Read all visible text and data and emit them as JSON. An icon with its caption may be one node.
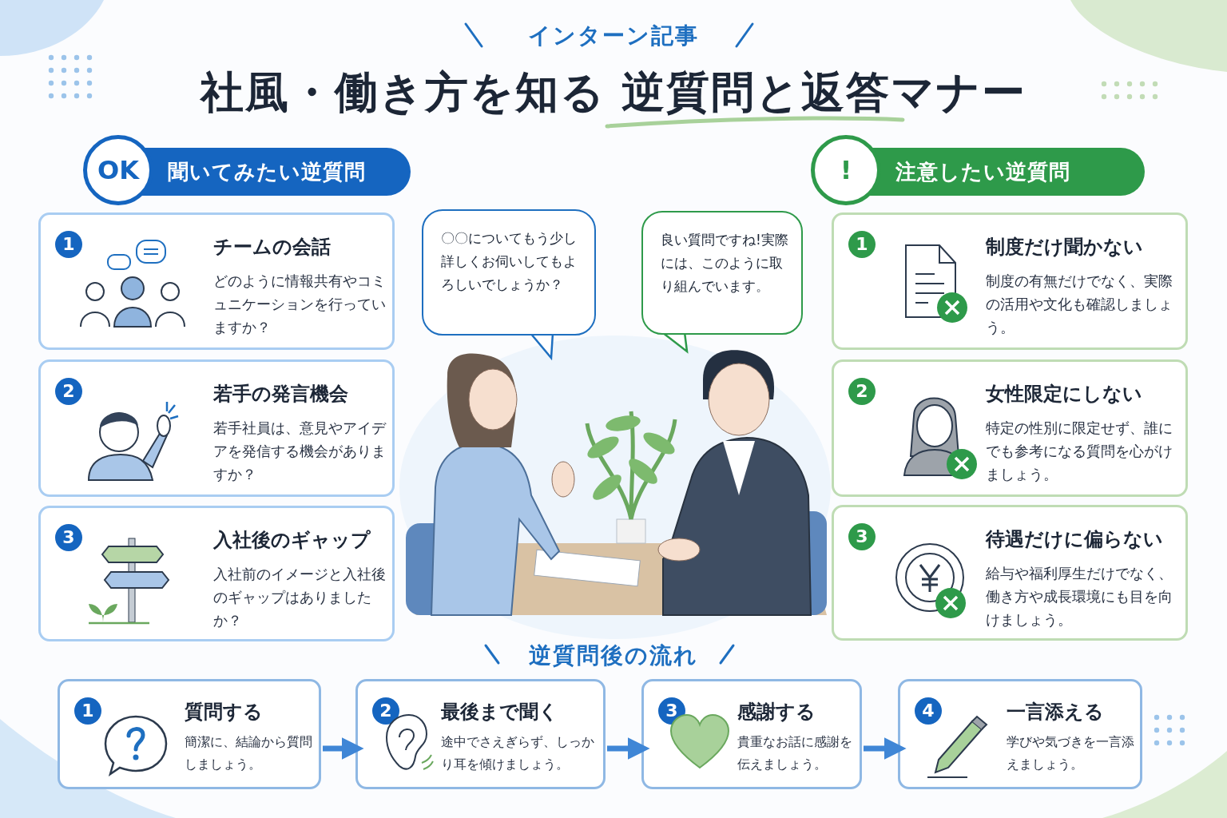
{
  "diagram": {
    "title": "社風・働き方を知る 逆質問と返答マナー",
    "nodes": [
      {
        "text": [
          "OK",
          "聞いてみたい逆質問"
        ]
      },
      {
        "text": [
          "1",
          "チームの会話",
          "どのように情報共有やコミュニケーションを行っていますか？"
        ]
      },
      {
        "text": [
          "2",
          "若手の発言機会",
          "若手社員は、意見やアイデアを発信する機会がありますか？"
        ]
      },
      {
        "text": [
          "3",
          "入社後のギャップ",
          "入社前のイメージと入社後のギャップはありましたか？"
        ]
      },
      {
        "text": [
          "!",
          "注意したい逆質問"
        ]
      },
      {
        "text": [
          "1",
          "制度だけ聞かない",
          "制度の有無だけでなく、実際の活用や文化も確認しましょう。"
        ]
      },
      {
        "text": [
          "2",
          "女性限定にしない",
          "特定の性別に限定せず、誰にでも参考になる質問を心がけましょう。"
        ]
      },
      {
        "text": [
          "3",
          "待遇だけに偏らない",
          "給与や福利厚生だけでなく、働き方や成長環境にも目を向けましょう。"
        ]
      },
      {
        "text": [
          "〇〇についてもう少し詳しくお伺いしてもよろしいでしょうか？"
        ]
      },
      {
        "text": [
          "良い質問ですね!実際には、このように取り組んでいます。"
        ]
      },
      {
        "text": [
          "1",
          "質問する",
          "簡潔に、結論から質問しましょう。"
        ]
      },
      {
        "text": [
          "2",
          "最後まで聞く",
          "途中でさえぎらず、しっかり耳を傾けましょう。"
        ]
      },
      {
        "text": [
          "3",
          "感謝する",
          "貴重なお話に感謝を伝えましょう。"
        ]
      },
      {
        "text": [
          "4",
          "一言添える",
          "学びや気づきを一言添えましょう。"
        ]
      }
    ],
    "edges": [
      {
        "from": 10,
        "to": 11,
        "arrow": "to"
      },
      {
        "from": 11,
        "to": 12,
        "arrow": "to"
      },
      {
        "from": 12,
        "to": 13,
        "arrow": "to"
      }
    ],
    "labels": [
      "インターン記事",
      "逆質問後の流れ"
    ]
  }
}
